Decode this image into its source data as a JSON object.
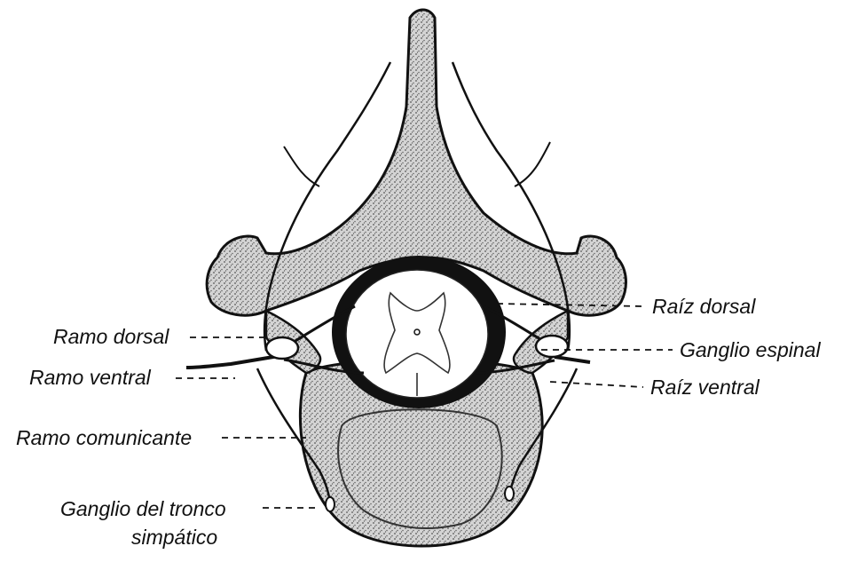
{
  "labels": {
    "ramo_dorsal": "Ramo dorsal",
    "ramo_ventral": "Ramo ventral",
    "ramo_comunicante": "Ramo comunicante",
    "ganglio_tronco_line1": "Ganglio del tronco",
    "ganglio_tronco_line2": "simpático",
    "raiz_dorsal": "Raíz dorsal",
    "ganglio_espinal": "Ganglio espinal",
    "raiz_ventral": "Raíz ventral"
  },
  "colors": {
    "bone_fill": "#cfcfcf",
    "stipple": "#555555",
    "outline": "#111111",
    "canal": "#111111",
    "spinal_cord": "#ffffff"
  }
}
